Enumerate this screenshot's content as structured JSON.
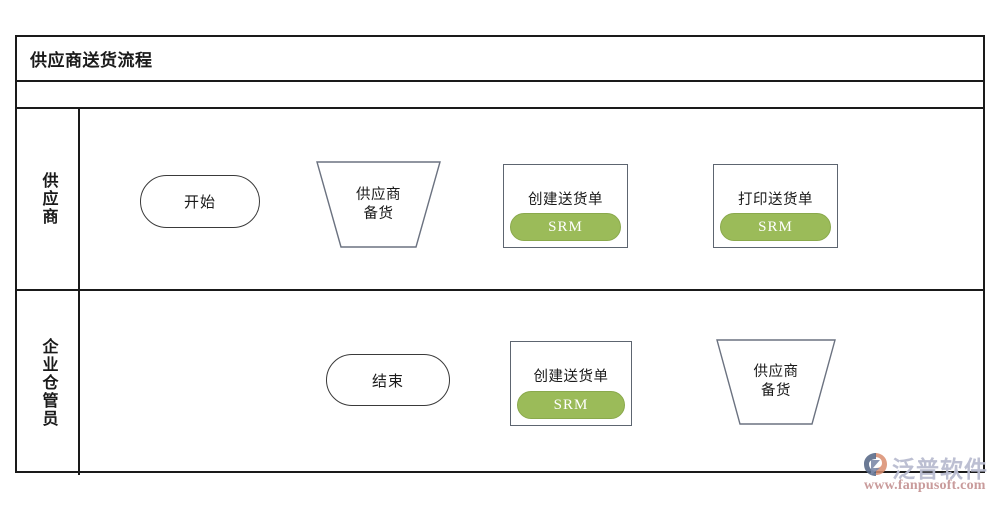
{
  "diagram": {
    "title": "供应商送货流程",
    "type": "cross-functional-flowchart",
    "lanes": [
      {
        "id": "supplier",
        "label": "供应商",
        "nodes": [
          {
            "id": "start",
            "shape": "terminator",
            "label": "开始",
            "badge": null
          },
          {
            "id": "prepare-goods",
            "shape": "trapezoid",
            "label": "供应商\n备货",
            "label_line1": "供应商",
            "label_line2": "备货",
            "badge": null
          },
          {
            "id": "create-note",
            "shape": "process",
            "label": "创建送货单",
            "badge": "SRM"
          },
          {
            "id": "print-note",
            "shape": "process",
            "label": "打印送货单",
            "badge": "SRM"
          }
        ]
      },
      {
        "id": "warehouse",
        "label": "企业仓管员",
        "nodes": [
          {
            "id": "end",
            "shape": "terminator",
            "label": "结束",
            "badge": null
          },
          {
            "id": "create-note-wh",
            "shape": "process",
            "label": "创建送货单",
            "badge": "SRM"
          },
          {
            "id": "prepare-goods-wh",
            "shape": "trapezoid",
            "label_line1": "供应商",
            "label_line2": "备货",
            "badge": null
          }
        ]
      }
    ],
    "connections": [
      {
        "from": "start",
        "to": "prepare-goods",
        "style": "straight"
      },
      {
        "from": "prepare-goods",
        "to": "create-note",
        "style": "straight"
      },
      {
        "from": "create-note",
        "to": "print-note",
        "style": "straight"
      },
      {
        "from": "print-note",
        "to": "prepare-goods-wh",
        "style": "vertical"
      },
      {
        "from": "prepare-goods-wh",
        "to": "create-note-wh",
        "style": "straight"
      },
      {
        "from": "create-note-wh",
        "to": "end",
        "style": "straight"
      }
    ]
  },
  "colors": {
    "badge_green": "#9bbb59",
    "border_dark": "#1a1a1a",
    "node_border": "#5d6570",
    "watermark_brand": "#b9bcd0",
    "watermark_url": "#c99b9b"
  },
  "watermark": {
    "brand": "泛普软件",
    "url": "www.fanpusoft.com"
  }
}
